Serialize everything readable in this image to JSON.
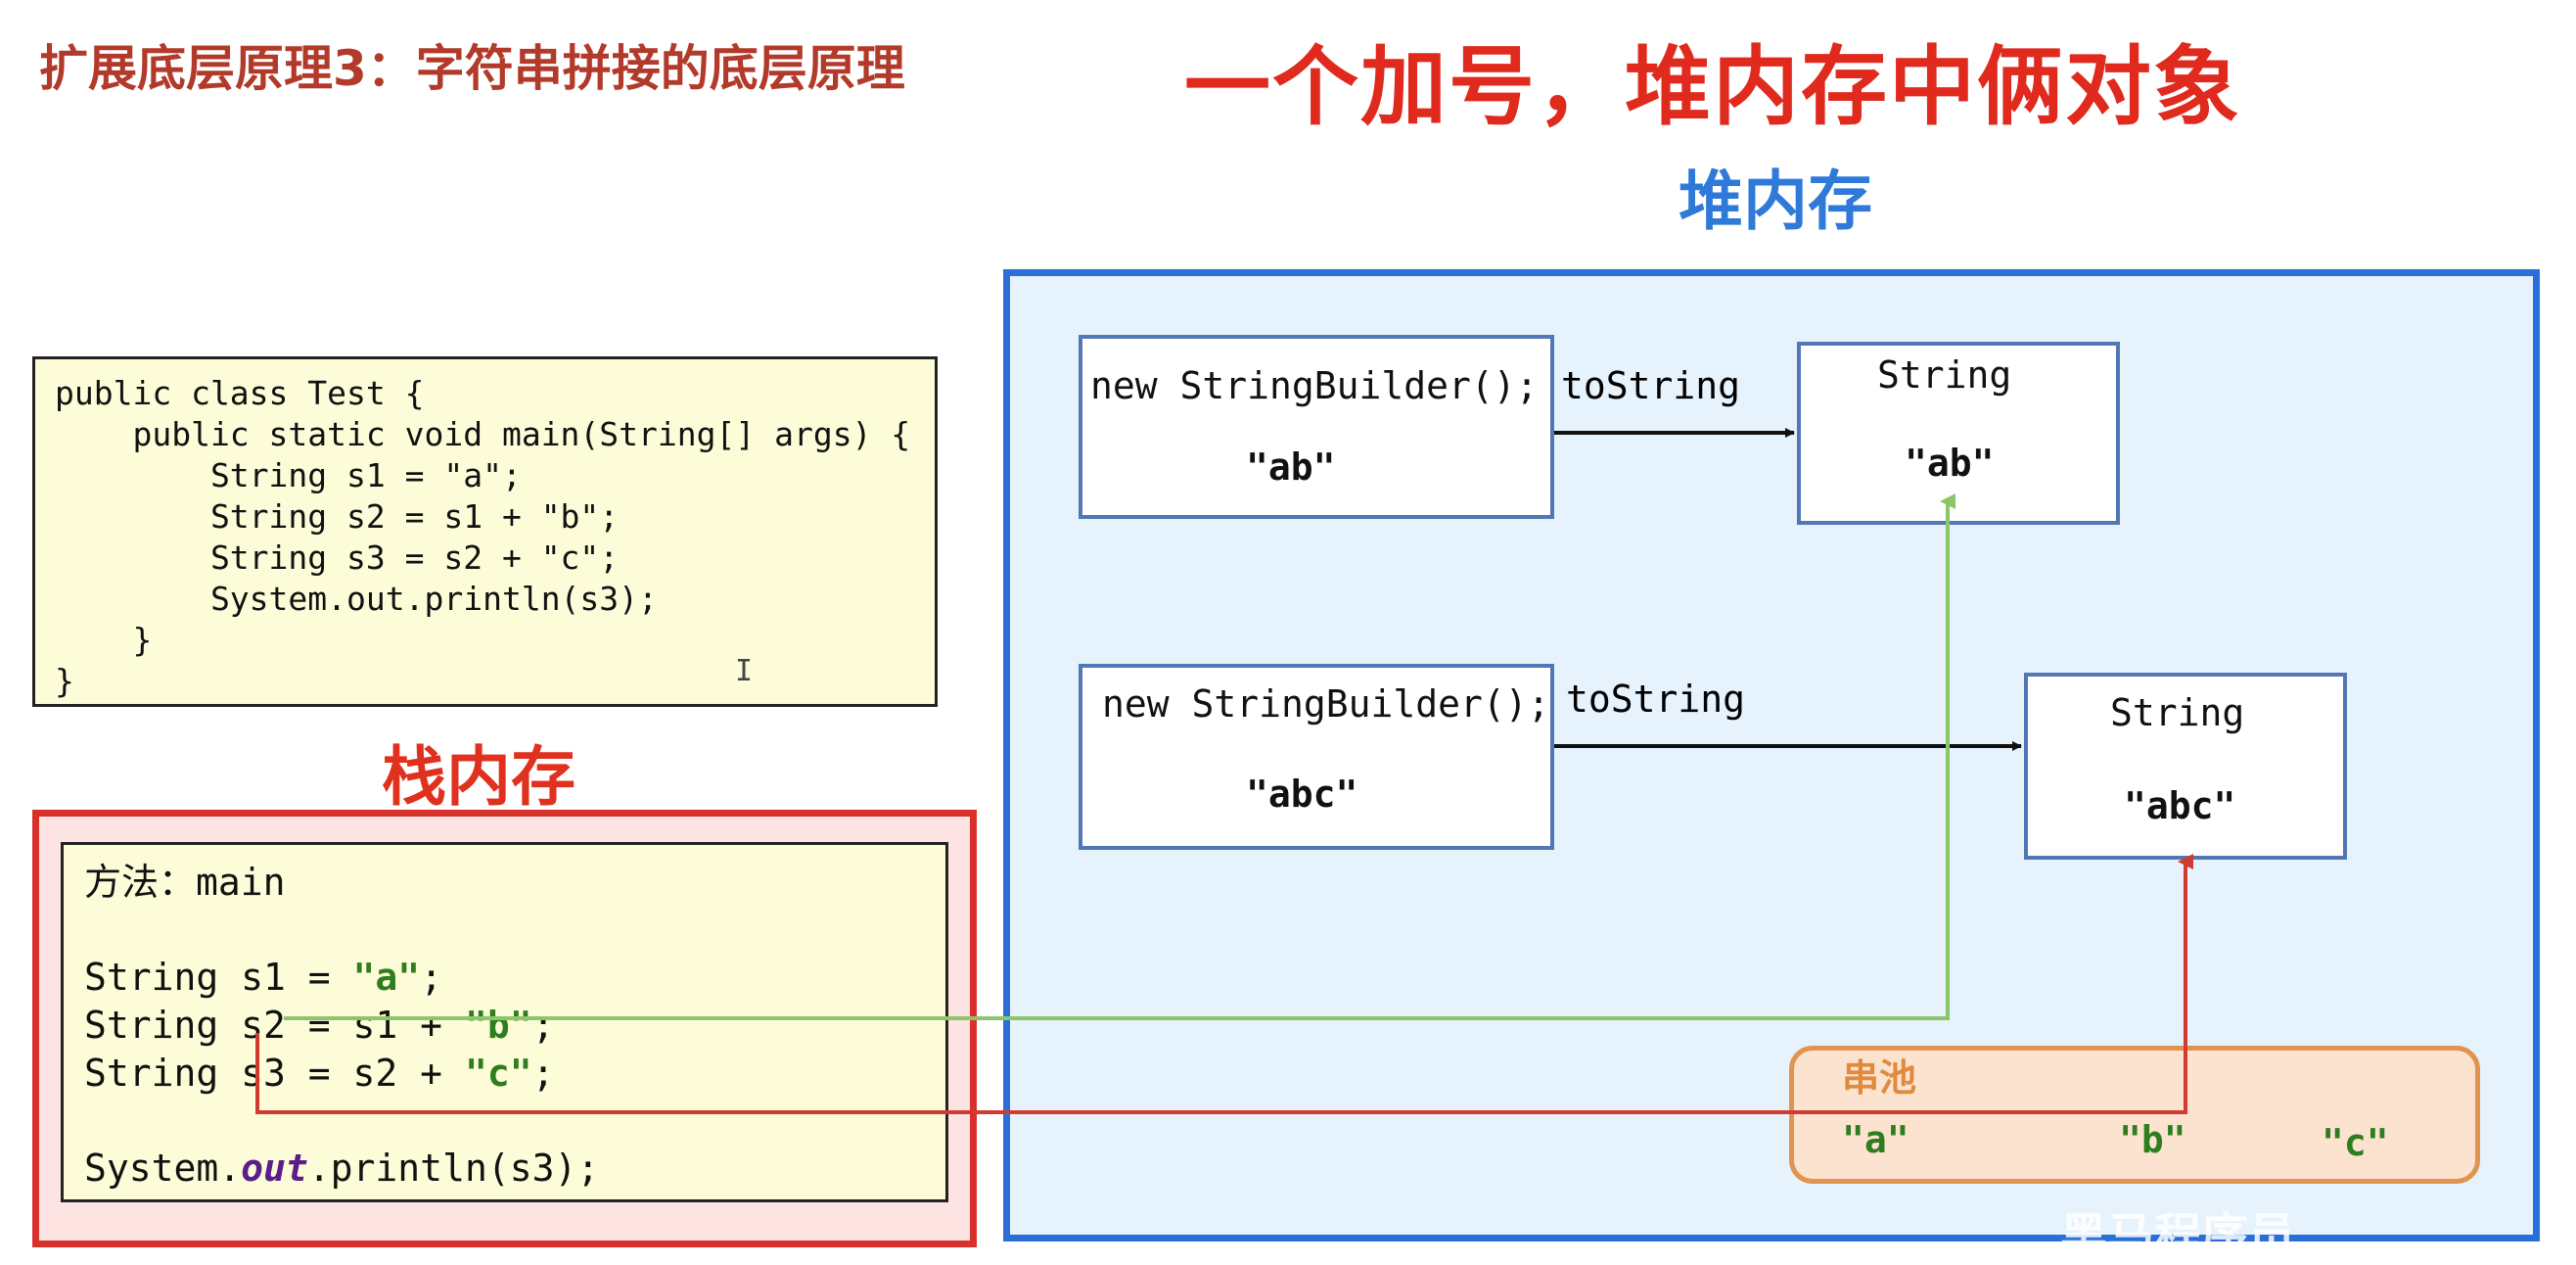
{
  "title": "扩展底层原理3：字符串拼接的底层原理",
  "headline": "一个加号，堆内存中俩对象",
  "heap_label": "堆内存",
  "stack_label": "栈内存",
  "code": [
    "public class Test {",
    "    public static void main(String[] args) {",
    "        String s1 = \"a\";",
    "        String s2 = s1 + \"b\";",
    "        String s3 = s2 + \"c\";",
    "        System.out.println(s3);",
    "    }",
    "}"
  ],
  "stack_frame": {
    "method": "方法：main",
    "lines": [
      {
        "prefix": "String s1 = ",
        "literal": "\"a\"",
        "suffix": ";"
      },
      {
        "prefix": "String s2 = s1 + ",
        "literal": "\"b\"",
        "suffix": ";"
      },
      {
        "prefix": "String s3 = s2 + ",
        "literal": "\"c\"",
        "suffix": ";"
      }
    ],
    "print_prefix": "System.",
    "print_out": "out",
    "print_suffix": ".println(s3);"
  },
  "heap": {
    "builder1": {
      "label": "new StringBuilder();",
      "value": "\"ab\""
    },
    "builder2": {
      "label": "new StringBuilder();",
      "value": "\"abc\""
    },
    "arrow1_label": "toString",
    "arrow2_label": "toString",
    "string1": {
      "label": "String",
      "value": "\"ab\""
    },
    "string2": {
      "label": "String",
      "value": "\"abc\""
    }
  },
  "pool": {
    "label": "串池",
    "items": [
      "\"a\"",
      "\"b\"",
      "\"c\""
    ]
  },
  "watermark": "黑马程序员",
  "colors": {
    "title": "#b23a2a",
    "headline": "#e02a1e",
    "heap_border": "#2a6fd9",
    "heap_fill": "#e6f2fc",
    "stack_border": "#d8302a",
    "stack_fill": "#fde3e1",
    "code_fill": "#fdfcd8",
    "literal_green": "#2e7d1e",
    "pool_border": "#e09450",
    "pool_fill": "#fbe3d0",
    "link_green": "#8cc56a",
    "link_red": "#d03a30"
  }
}
